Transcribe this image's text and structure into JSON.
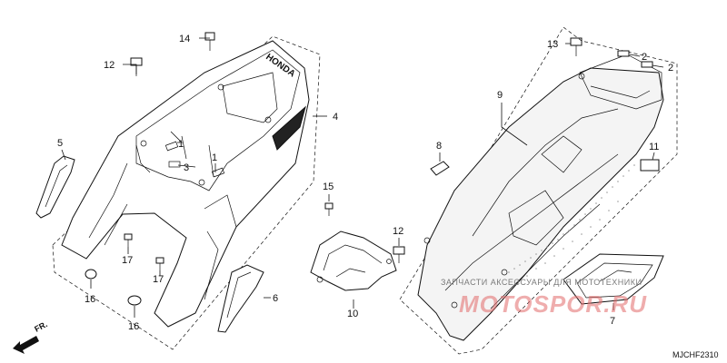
{
  "diagram": {
    "code": "MJCHF2310",
    "front_marker": "FR.",
    "seat_cowl_logo": "HONDA",
    "watermark_text": "ЗАПЧАСТИ АКСЕССУАРЫ ДЛЯ МОТОТЕХНИКИ",
    "watermark_logo": "MOTOSPOR.RU",
    "callouts": {
      "c1a": "1",
      "c1b": "1",
      "c2a": "2",
      "c2b": "2",
      "c3": "3",
      "c4": "4",
      "c5": "5",
      "c6": "6",
      "c7": "7",
      "c8": "8",
      "c9": "9",
      "c10": "10",
      "c11": "11",
      "c12a": "12",
      "c12b": "12",
      "c13": "13",
      "c14": "14",
      "c15": "15",
      "c16a": "16",
      "c16b": "16",
      "c17a": "17",
      "c17b": "17"
    }
  }
}
